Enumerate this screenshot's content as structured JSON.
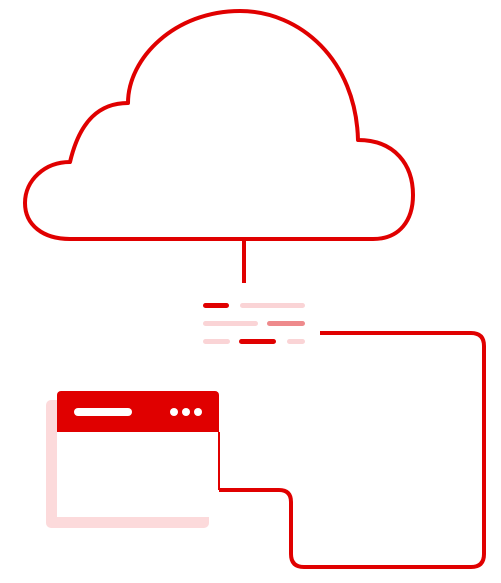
{
  "illustration": {
    "cloud": {
      "icon": "cloud-icon",
      "stroke_color": "#E00000",
      "fill_color": "#FFFFFF"
    },
    "connector": {
      "line_color": "#E00000"
    },
    "data_stream": {
      "icon": "data-stream-icon",
      "bars": [
        {
          "row": 1,
          "color": "#E00000"
        },
        {
          "row": 1,
          "color": "#FAD4D6"
        },
        {
          "row": 2,
          "color": "#FAD4D6"
        },
        {
          "row": 2,
          "color": "#EE8A8C"
        },
        {
          "row": 3,
          "color": "#FAD4D6"
        },
        {
          "row": 3,
          "color": "#E00000"
        },
        {
          "row": 3,
          "color": "#FAD4D6"
        }
      ]
    },
    "browser_window": {
      "icon": "browser-window-icon",
      "header_color": "#E00000",
      "shadow_color": "#FCDADB",
      "border_color": "#E00000",
      "menu_dots": 3
    }
  }
}
